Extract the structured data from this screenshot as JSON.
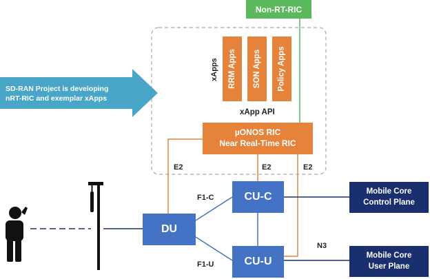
{
  "nodes": {
    "non_rt_ric": "Non-RT-RIC",
    "xapps": [
      "RRM Apps",
      "SON Apps",
      "Policy Apps"
    ],
    "xapps_label": "xApps",
    "xapp_api": "xApp API",
    "ric": "µONOS RIC\nNear Real-Time RIC",
    "du": "DU",
    "cu_c": "CU-C",
    "cu_u": "CU-U",
    "core_cp": "Mobile Core\nControl Plane",
    "core_up": "Mobile Core\nUser Plane"
  },
  "callout": "SD-RAN Project is developing\nnRT-RIC and exemplar xApps",
  "links": {
    "e2_du": "E2",
    "e2_cuc": "E2",
    "e2_cuu": "E2",
    "f1c": "F1-C",
    "f1u": "F1-U",
    "n3": "N3"
  },
  "colors": {
    "green": "#5cb85c",
    "orange": "#e5833b",
    "blue": "#4472c4",
    "navy": "#1a2f6d",
    "teal": "#4aa6c8"
  },
  "icons": [
    "person-icon",
    "cell-tower-icon"
  ]
}
